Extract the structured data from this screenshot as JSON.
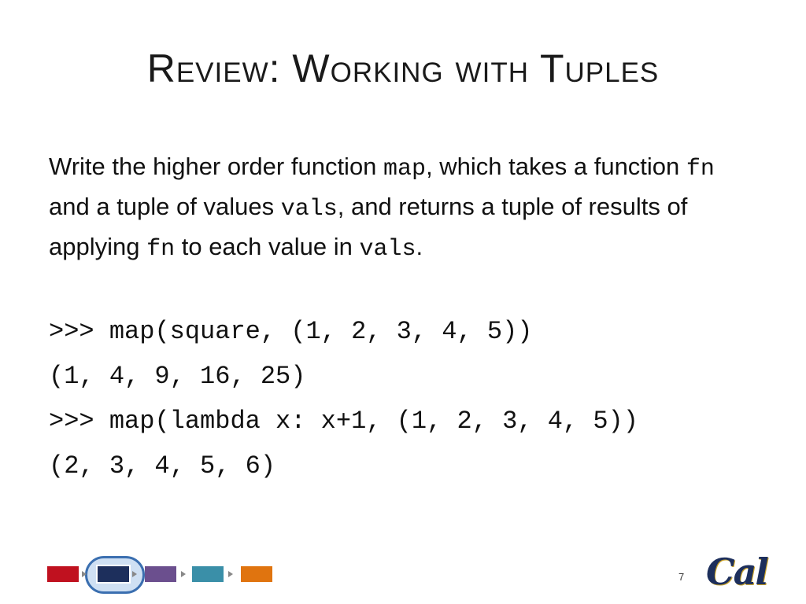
{
  "slide": {
    "title": "Review: Working with Tuples",
    "description": {
      "p1": "Write the higher order function ",
      "c1": "map",
      "p2": ", which takes a function ",
      "c2": "fn",
      "p3": " and a tuple of values ",
      "c3": "vals",
      "p4": ", and returns a tuple of results of applying ",
      "c4": "fn",
      "p5": " to each value in ",
      "c5": "vals",
      "p6": "."
    },
    "code_lines": [
      ">>> map(square, (1, 2, 3, 4, 5))",
      "(1, 4, 9, 16, 25)",
      ">>> map(lambda x: x+1, (1, 2, 3, 4, 5))",
      "(2, 3, 4, 5, 6)"
    ],
    "page_number": "7",
    "logo_text": "Cal"
  },
  "nav_colors": [
    "#c0111f",
    "#1d2f5c",
    "#6b4f8e",
    "#3a8fa8",
    "#e0740f"
  ]
}
